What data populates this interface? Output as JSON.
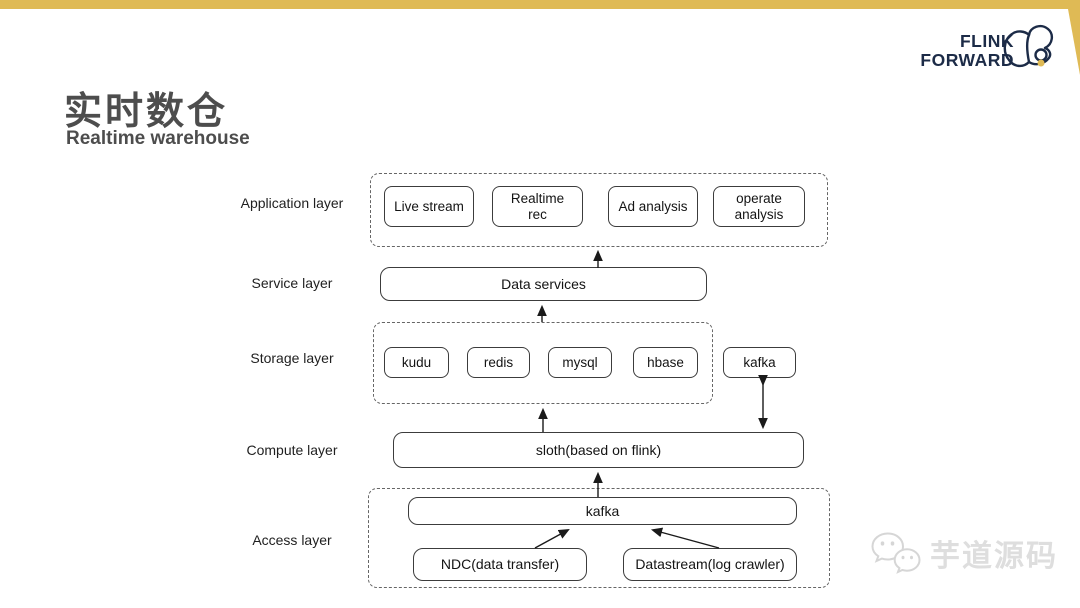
{
  "slide": {
    "title": "实时数仓",
    "subtitle": "Realtime warehouse"
  },
  "logo": {
    "line1": "FLINK",
    "line2": "FORWARD"
  },
  "colors": {
    "accent_gold": "#dfba55",
    "logo_navy": "#1c2b47",
    "title_gray": "#4d4d4d",
    "watermark_gray": "#dedede"
  },
  "watermark": {
    "text": "芋道源码",
    "icon": "wechat-icon"
  },
  "diagram": {
    "layers": [
      {
        "label": "Application layer"
      },
      {
        "label": "Service layer"
      },
      {
        "label": "Storage layer"
      },
      {
        "label": "Compute layer"
      },
      {
        "label": "Access layer"
      }
    ],
    "application": {
      "items": [
        "Live stream",
        "Realtime rec",
        "Ad analysis",
        "operate analysis"
      ]
    },
    "service": {
      "box": "Data services"
    },
    "storage": {
      "items": [
        "kudu",
        "redis",
        "mysql",
        "hbase"
      ],
      "external": "kafka"
    },
    "compute": {
      "box": "sloth(based on flink)"
    },
    "access": {
      "bus": "kafka",
      "sources": [
        "NDC(data transfer)",
        "Datastream(log crawler)"
      ]
    }
  }
}
